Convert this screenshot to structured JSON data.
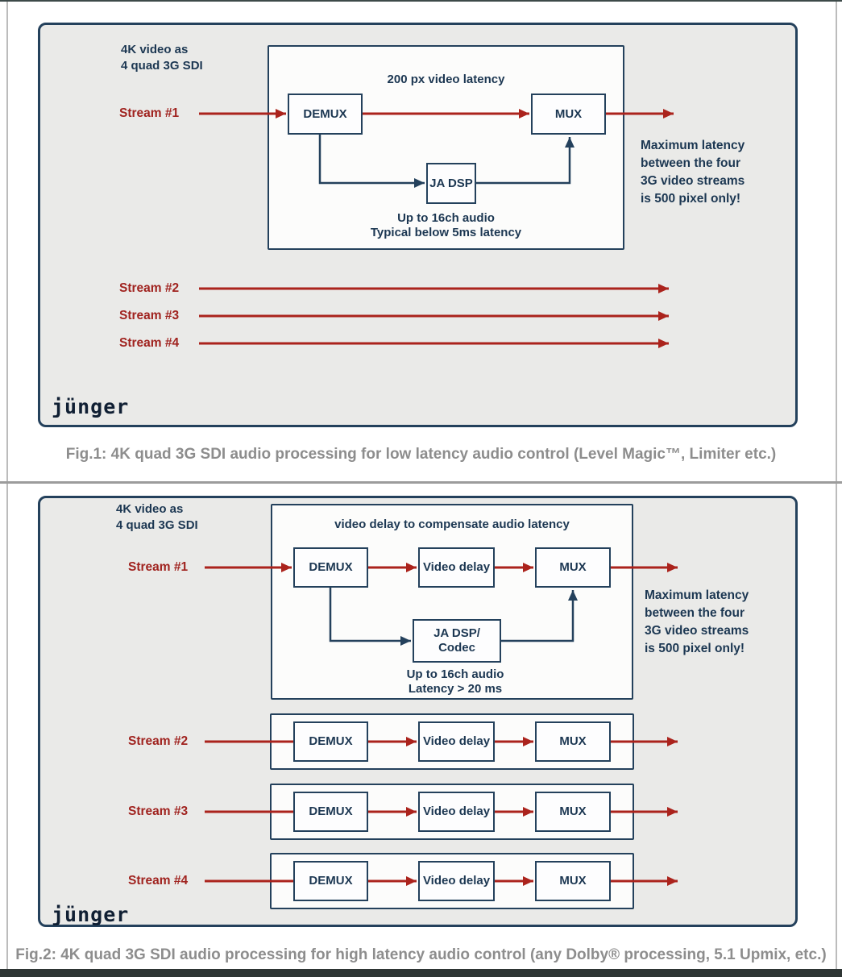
{
  "colors": {
    "navy": "#1c3752",
    "box_border_navy": "#24415c",
    "arrow_red": "#ab231c",
    "stream_label_red": "#a0231f",
    "figure_bg": "#eaeae8",
    "panel_bg": "#fcfcfb",
    "caption_gray": "#8d8d8d",
    "page_bg": "#ffffff",
    "bottom_bar": "#2e3534"
  },
  "fig1": {
    "source_label": {
      "line1": "4K video as",
      "line2": "4 quad 3G SDI"
    },
    "processing_box": {
      "title": "200 px video latency",
      "demux_label": "DEMUX",
      "mux_label": "MUX",
      "dsp_label": "JA DSP",
      "audio_note": {
        "line1": "Up to 16ch audio",
        "line2": "Typical below 5ms latency"
      }
    },
    "max_latency_note": {
      "line1": "Maximum latency",
      "line2": "between the four",
      "line3": "3G video streams",
      "line4": "is 500 pixel only!"
    },
    "streams": {
      "s1": "Stream #1",
      "s2": "Stream #2",
      "s3": "Stream #3",
      "s4": "Stream #4"
    },
    "logo": "jünger",
    "caption": "Fig.1: 4K quad 3G SDI audio processing for low latency audio control (Level Magic™, Limiter etc.)"
  },
  "fig2": {
    "source_label": {
      "line1": "4K video as",
      "line2": "4 quad 3G SDI"
    },
    "processing_box": {
      "title": "video delay to compensate audio latency",
      "demux_label": "DEMUX",
      "video_delay_label": "Video delay",
      "mux_label": "MUX",
      "dsp_label": {
        "line1": "JA DSP/",
        "line2": "Codec"
      },
      "audio_note": {
        "line1": "Up to 16ch audio",
        "line2": "Latency > 20 ms"
      }
    },
    "max_latency_note": {
      "line1": "Maximum latency",
      "line2": "between the four",
      "line3": "3G video streams",
      "line4": "is 500 pixel only!"
    },
    "streams": {
      "s1": "Stream #1",
      "s2": "Stream #2",
      "s3": "Stream #3",
      "s4": "Stream #4"
    },
    "stream_rows": {
      "demux_label": "DEMUX",
      "video_delay_label": "Video delay",
      "mux_label": "MUX"
    },
    "logo": "jünger",
    "caption": "Fig.2: 4K quad 3G SDI audio processing for high latency audio control (any Dolby® processing, 5.1 Upmix, etc.)"
  }
}
